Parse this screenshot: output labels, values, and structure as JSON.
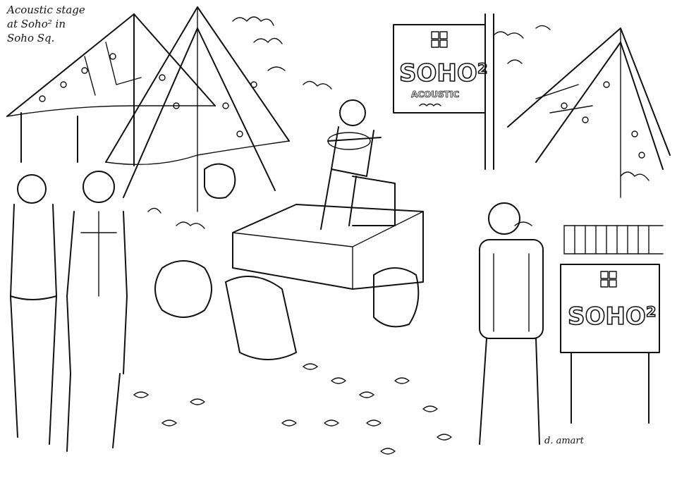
{
  "caption": {
    "line1": "Acoustic stage",
    "line2": "at Soho² in",
    "line3": "Soho Sq."
  },
  "stage_sign": {
    "brand": "SOHO²",
    "subtitle": "ACOUSTIC"
  },
  "side_sign": {
    "brand": "SOHO²"
  },
  "signature": "d. amart",
  "colors": {
    "ink": "#111111",
    "paper": "#ffffff"
  }
}
